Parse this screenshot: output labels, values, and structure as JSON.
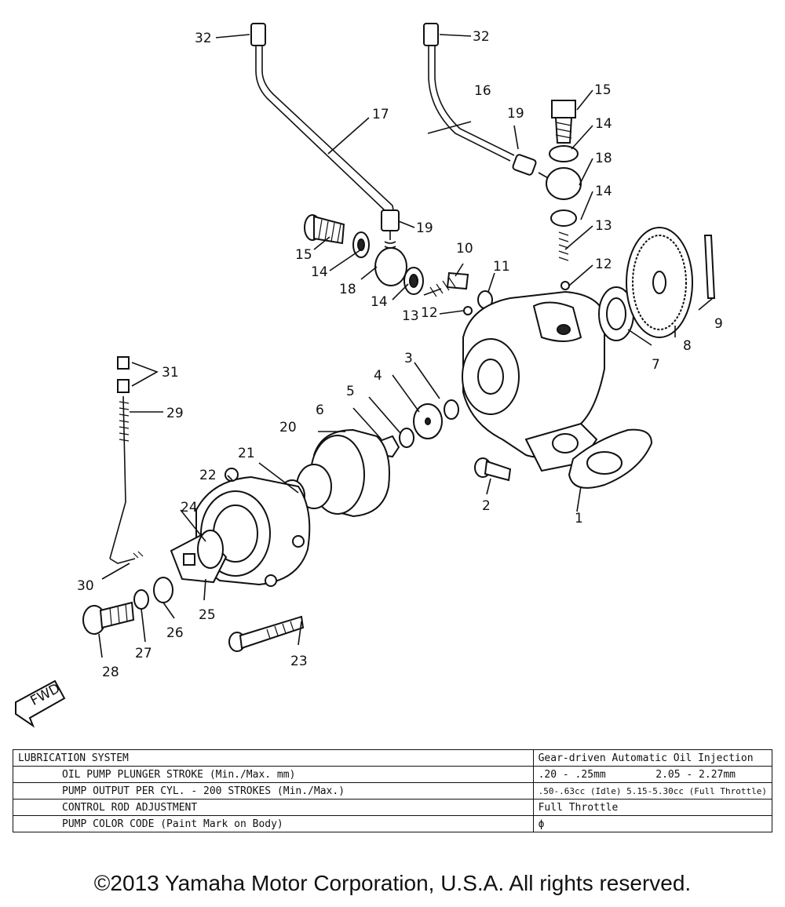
{
  "diagram": {
    "callouts": [
      "1",
      "2",
      "3",
      "4",
      "5",
      "6",
      "7",
      "8",
      "9",
      "10",
      "11",
      "12",
      "12",
      "13",
      "13",
      "14",
      "14",
      "14",
      "14",
      "15",
      "15",
      "16",
      "17",
      "18",
      "18",
      "19",
      "19",
      "20",
      "21",
      "22",
      "23",
      "24",
      "25",
      "26",
      "27",
      "28",
      "29",
      "30",
      "31",
      "32",
      "32"
    ],
    "fwd_label": "FWD"
  },
  "spec_table": {
    "header": {
      "label": "LUBRICATION SYSTEM",
      "value": "Gear-driven Automatic Oil Injection"
    },
    "rows": [
      {
        "label": "OIL PUMP PLUNGER STROKE (Min./Max. mm)",
        "value_min": ".20 - .25mm",
        "value_max": "2.05 - 2.27mm"
      },
      {
        "label": "PUMP OUTPUT PER CYL. - 200 STROKES (Min./Max.)",
        "value": ".50-.63cc (Idle) 5.15-5.30cc (Full Throttle)"
      },
      {
        "label": "CONTROL ROD ADJUSTMENT",
        "value": "Full Throttle"
      },
      {
        "label": "PUMP COLOR CODE (Paint Mark on Body)",
        "value": "ϕ"
      }
    ]
  },
  "copyright": "©2013 Yamaha Motor Corporation, U.S.A. All rights reserved."
}
